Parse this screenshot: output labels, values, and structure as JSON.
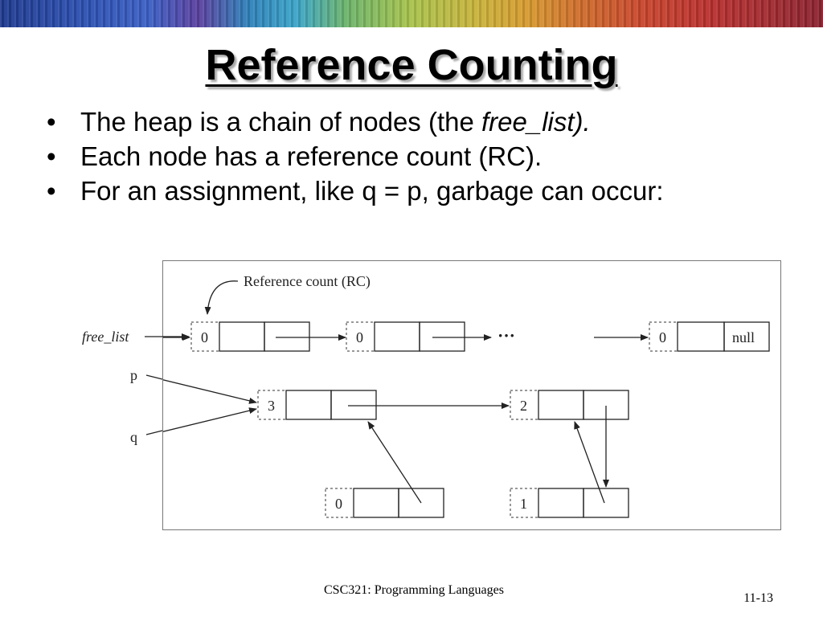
{
  "slide": {
    "title": "Reference Counting",
    "bullets": [
      {
        "text": "The heap is a chain of nodes (the ",
        "emphasis": "free_list)."
      },
      {
        "text": "Each node has a reference count (RC).",
        "emphasis": ""
      },
      {
        "text": "For an assignment, like q = p, garbage can occur:",
        "emphasis": ""
      }
    ],
    "footer": "CSC321: Programming Languages",
    "page_number": "11-13"
  },
  "diagram": {
    "annotation_label": "Reference count (RC)",
    "pointer_labels": {
      "free_list": "free_list",
      "p": "p",
      "q": "q"
    },
    "ellipsis": "···",
    "free_list_nodes": [
      {
        "rc": "0",
        "next": ""
      },
      {
        "rc": "0",
        "next": ""
      },
      {
        "rc": "0",
        "next": "null"
      }
    ],
    "nodes": {
      "shared": {
        "rc": "3"
      },
      "second": {
        "rc": "2"
      },
      "orphan_a": {
        "rc": "0"
      },
      "orphan_b": {
        "rc": "1"
      }
    }
  },
  "colors": {
    "line": "#222222",
    "frame": "#777777"
  }
}
